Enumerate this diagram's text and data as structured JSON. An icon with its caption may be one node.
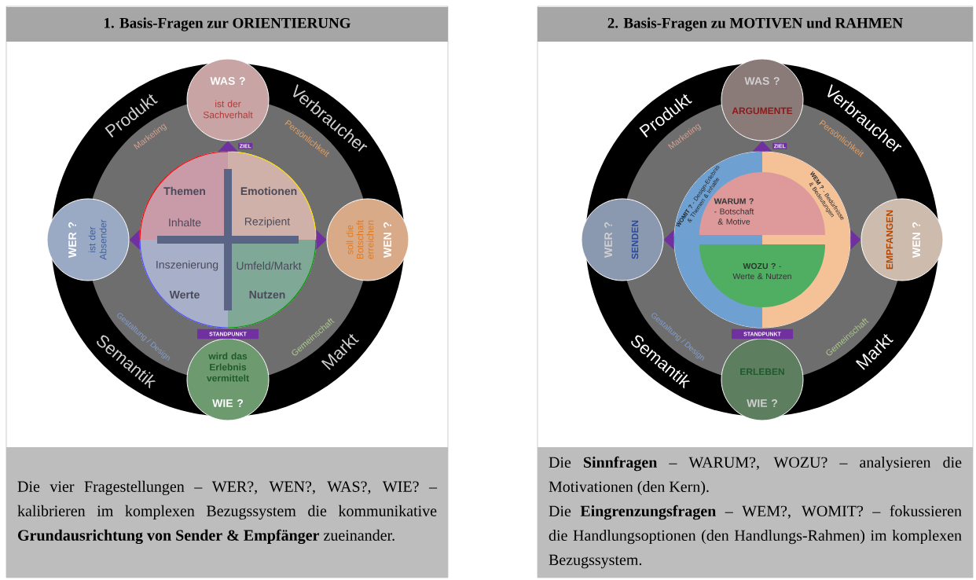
{
  "diagram": {
    "nodes": [
      {
        "text": [
          "1. Basis-Fragen zur ORIENTIERUNG"
        ]
      },
      {
        "text": [
          "WAS ?",
          "ist der Sachverhalt"
        ]
      },
      {
        "text": [
          "WER ?",
          "ist der Absender"
        ]
      },
      {
        "text": [],
        "shape": "circle"
      },
      {
        "text": [
          "Themen",
          "Inhalte"
        ],
        "in": 3
      },
      {
        "text": [
          "Emotionen",
          "Rezipient"
        ],
        "in": 3
      },
      {
        "text": [
          "Inszenierung",
          "Werte"
        ],
        "in": 3
      },
      {
        "text": [
          "Umfeld/Markt",
          "Nutzen"
        ],
        "in": 3
      },
      {
        "text": [
          "WEN ?",
          "soll die Botschaft erreichen"
        ]
      },
      {
        "text": [
          "STANDPUNKT"
        ]
      },
      {
        "text": [
          "wird das Erlebnis vermittelt",
          "WIE ?"
        ]
      },
      {
        "text": [
          "Die vier Fragestellungen – WER?, WEN?, WAS?, WIE? – kalibrieren im komplexen Bezugssystem die kommunikative **Grundausrichtung von Sender & Empfänger** zueinander."
        ]
      },
      {
        "text": [
          "2. Basis-Fragen zu MOTIVEN und RAHMEN"
        ]
      },
      {
        "text": [
          "WAS ?",
          "ARGUMENTE"
        ]
      },
      {
        "text": [
          "WER ?",
          "SENDEN"
        ]
      },
      {
        "text": [],
        "shape": "circle"
      },
      {
        "text": [
          "**WOMIT ?** - Design-Erlebnis & Themen & Inhalte"
        ],
        "in": 15
      },
      {
        "text": [
          "**WARUM ?** - Botschaft & Motive"
        ],
        "in": 15
      },
      {
        "text": [
          "**WOZU ?** - Werte & Nutzen"
        ],
        "in": 15
      },
      {
        "text": [
          "**WEM ?** - Bedürfnisse & Bedeutungen"
        ],
        "in": 15
      },
      {
        "text": [
          "WEN ?",
          "EMPFANGEN"
        ]
      },
      {
        "text": [
          "STANDPUNKT"
        ]
      },
      {
        "text": [
          "ERLEBEN",
          "WIE ?"
        ]
      },
      {
        "text": [
          "Die **Sinnfragen** – WARUM?, WOZU? – analysieren die Motivationen (den Kern).",
          "Die **Eingrenzungsfragen** – WEM?, WOMIT? – fokussieren die Handlungsoptionen (den Handlungs-Rahmen) im komplexen Bezugssystem."
        ]
      }
    ],
    "edges": [
      {
        "from": 3,
        "to": 1,
        "arrow": "to",
        "label": "ZIEL"
      },
      {
        "from": 3,
        "to": 2,
        "arrow": "to"
      },
      {
        "from": 3,
        "to": 8,
        "arrow": "to"
      },
      {
        "from": 15,
        "to": 13,
        "arrow": "to",
        "label": "ZIEL"
      },
      {
        "from": 15,
        "to": 14,
        "arrow": "to"
      },
      {
        "from": 15,
        "to": 20,
        "arrow": "to"
      }
    ],
    "labels": [
      "Produkt",
      "Verbraucher",
      "Marketing",
      "Persönlichkeit",
      "Gestaltung / Design",
      "Gemeinschaft",
      "Semantik",
      "Markt",
      "Produkt",
      "Verbraucher",
      "Marketing",
      "Persönlichkeit",
      "Gestaltung / Design",
      "Gemeinschaft",
      "Semantik",
      "Markt"
    ]
  }
}
